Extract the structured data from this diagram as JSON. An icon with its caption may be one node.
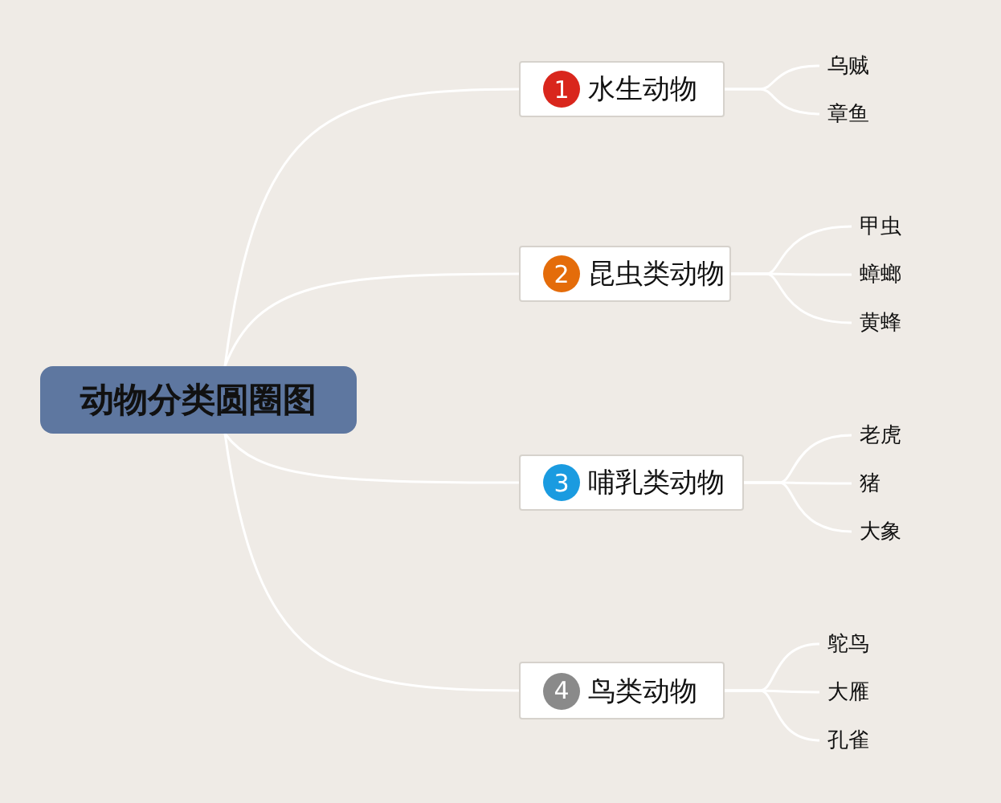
{
  "diagram": {
    "nodes": [
      {
        "text": [
          "动物分类圆圈图"
        ]
      },
      {
        "text": [
          "1",
          "水生动物"
        ]
      },
      {
        "text": [
          "2",
          "昆虫类动物"
        ]
      },
      {
        "text": [
          "3",
          "哺乳类动物"
        ]
      },
      {
        "text": [
          "4",
          "鸟类动物"
        ]
      },
      {
        "text": [
          "乌贼"
        ]
      },
      {
        "text": [
          "章鱼"
        ]
      },
      {
        "text": [
          "甲虫"
        ]
      },
      {
        "text": [
          "蟑螂"
        ]
      },
      {
        "text": [
          "黄蜂"
        ]
      },
      {
        "text": [
          "老虎"
        ]
      },
      {
        "text": [
          "猪"
        ]
      },
      {
        "text": [
          "大象"
        ]
      },
      {
        "text": [
          "鸵鸟"
        ]
      },
      {
        "text": [
          "大雁"
        ]
      },
      {
        "text": [
          "孔雀"
        ]
      }
    ],
    "edges": [
      {
        "from": 0,
        "to": 1,
        "arrow": "none"
      },
      {
        "from": 0,
        "to": 2,
        "arrow": "none"
      },
      {
        "from": 0,
        "to": 3,
        "arrow": "none"
      },
      {
        "from": 0,
        "to": 4,
        "arrow": "none"
      },
      {
        "from": 1,
        "to": 5,
        "arrow": "none"
      },
      {
        "from": 1,
        "to": 6,
        "arrow": "none"
      },
      {
        "from": 2,
        "to": 7,
        "arrow": "none"
      },
      {
        "from": 2,
        "to": 8,
        "arrow": "none"
      },
      {
        "from": 2,
        "to": 9,
        "arrow": "none"
      },
      {
        "from": 3,
        "to": 10,
        "arrow": "none"
      },
      {
        "from": 3,
        "to": 11,
        "arrow": "none"
      },
      {
        "from": 3,
        "to": 12,
        "arrow": "none"
      },
      {
        "from": 4,
        "to": 13,
        "arrow": "none"
      },
      {
        "from": 4,
        "to": 14,
        "arrow": "none"
      },
      {
        "from": 4,
        "to": 15,
        "arrow": "none"
      }
    ]
  }
}
